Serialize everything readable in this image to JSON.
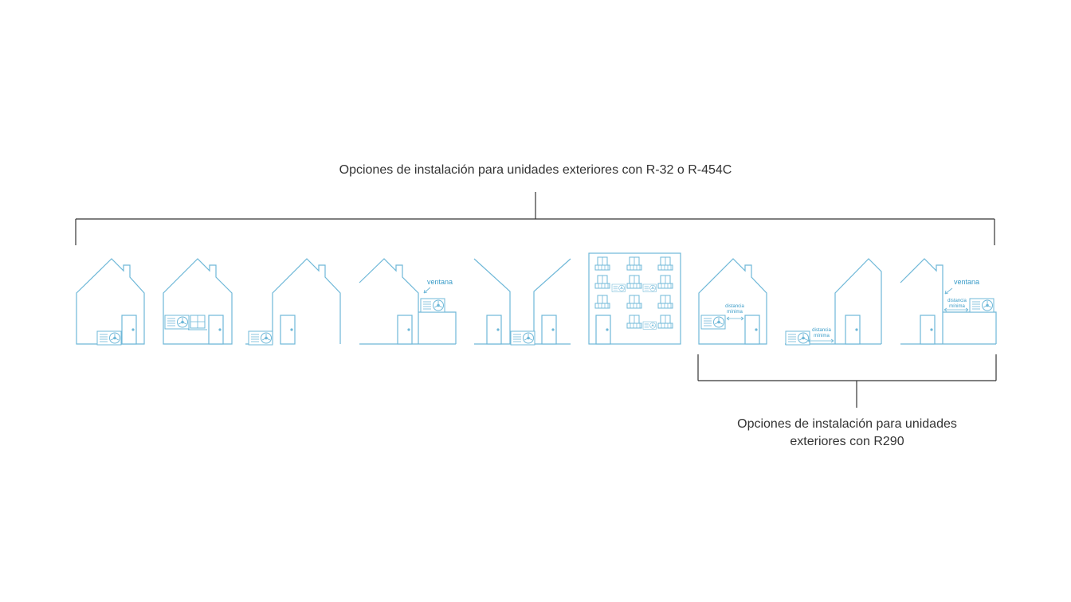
{
  "captions": {
    "top": "Opciones de instalación para unidades exteriores con R-32 o R-454C",
    "bottom_line1": "Opciones de instalación para unidades",
    "bottom_line2": "exteriores con R290"
  },
  "labels": {
    "window": "ventana",
    "min_distance_1": "distancia",
    "min_distance_2": "mínima"
  },
  "colors": {
    "line_art": "#6fb8d8",
    "bracket": "#333333",
    "label_text": "#3a9cc8"
  },
  "icons": [
    "outdoor-unit-icon",
    "door-icon",
    "window-icon",
    "balcony-icon",
    "arrow-icon"
  ]
}
